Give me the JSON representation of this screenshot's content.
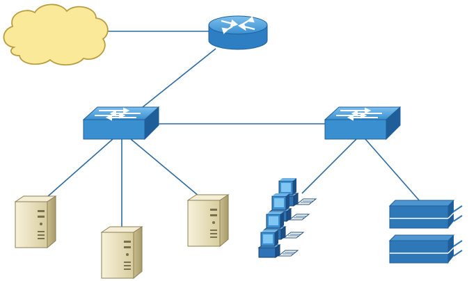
{
  "diagram": {
    "nodes": [
      {
        "id": "cloud",
        "kind": "cloud-icon"
      },
      {
        "id": "router",
        "kind": "router-icon"
      },
      {
        "id": "switch-left",
        "kind": "switch-icon"
      },
      {
        "id": "switch-right",
        "kind": "switch-icon"
      },
      {
        "id": "server-1",
        "kind": "server-tower-icon"
      },
      {
        "id": "server-2",
        "kind": "server-tower-icon"
      },
      {
        "id": "server-3",
        "kind": "server-tower-icon"
      },
      {
        "id": "workstations",
        "kind": "workstation-group-icon"
      },
      {
        "id": "storage",
        "kind": "storage-array-icon"
      }
    ],
    "links": [
      {
        "from": "cloud",
        "to": "router"
      },
      {
        "from": "router",
        "to": "switch-left"
      },
      {
        "from": "switch-left",
        "to": "switch-right"
      },
      {
        "from": "switch-left",
        "to": "server-1"
      },
      {
        "from": "switch-left",
        "to": "server-2"
      },
      {
        "from": "switch-left",
        "to": "server-3"
      },
      {
        "from": "switch-right",
        "to": "workstations"
      },
      {
        "from": "switch-right",
        "to": "storage"
      }
    ],
    "colors": {
      "link": "#2b6aa3",
      "cloud_fill": "#fbe99a",
      "cloud_stroke": "#b89d3e",
      "device_blue": "#3a8fd0",
      "device_blue_dark": "#1f5f99",
      "server_beige": "#ede4c2",
      "server_beige_dark": "#b3a77c"
    }
  }
}
